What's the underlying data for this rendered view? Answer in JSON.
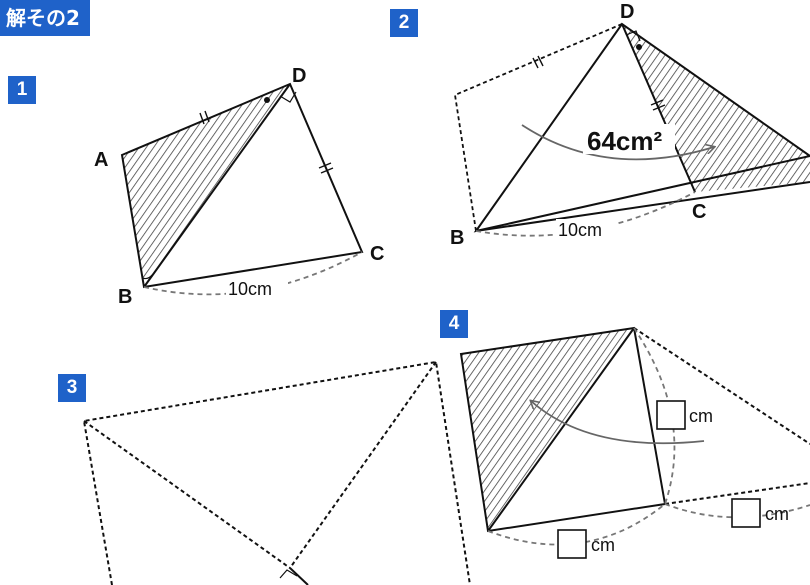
{
  "header": {
    "title": "解その2"
  },
  "steps": [
    "1",
    "2",
    "3",
    "4"
  ],
  "fig1": {
    "A": "A",
    "B": "B",
    "C": "C",
    "D": "D",
    "length": "10cm"
  },
  "fig2": {
    "B": "B",
    "C": "C",
    "D": "D",
    "length": "10cm",
    "area": "64cm²"
  },
  "fig4": {
    "unit_a": "cm",
    "unit_b": "cm",
    "unit_c": "cm"
  },
  "colors": {
    "badge": "#1f62c9",
    "line": "#111111",
    "hatch": "#444444",
    "dash_gray": "#777777"
  }
}
